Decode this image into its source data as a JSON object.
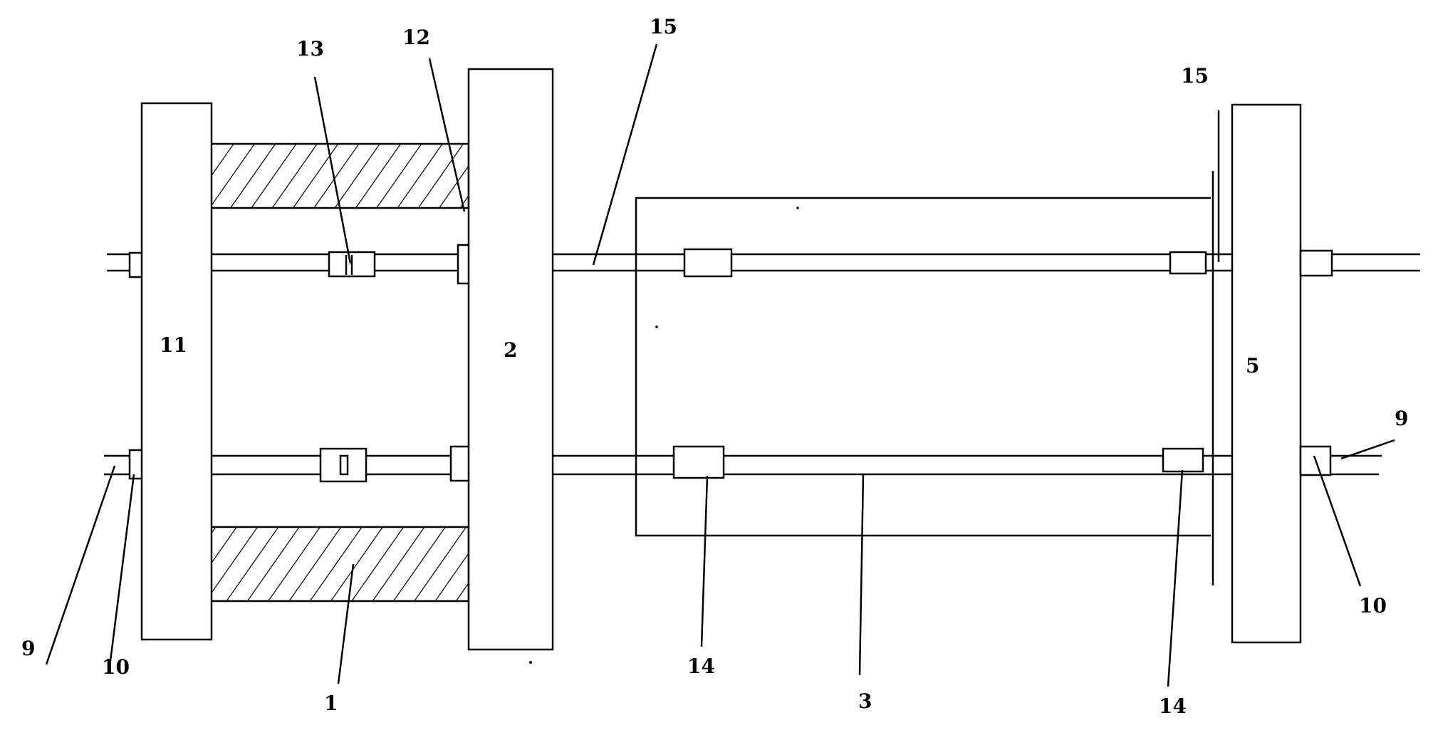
{
  "colors": {
    "ink": "#000000",
    "paper": "#ffffff"
  },
  "labels": {
    "part_1": "1",
    "part_2": "2",
    "part_3": "3",
    "part_5": "5",
    "part_9_left": "9",
    "part_9_right": "9",
    "part_10_left": "10",
    "part_10_right": "10",
    "part_11": "11",
    "part_12": "12",
    "part_13": "13",
    "part_14_left": "14",
    "part_14_right": "14",
    "part_15_left": "15",
    "part_15_right": "15"
  }
}
